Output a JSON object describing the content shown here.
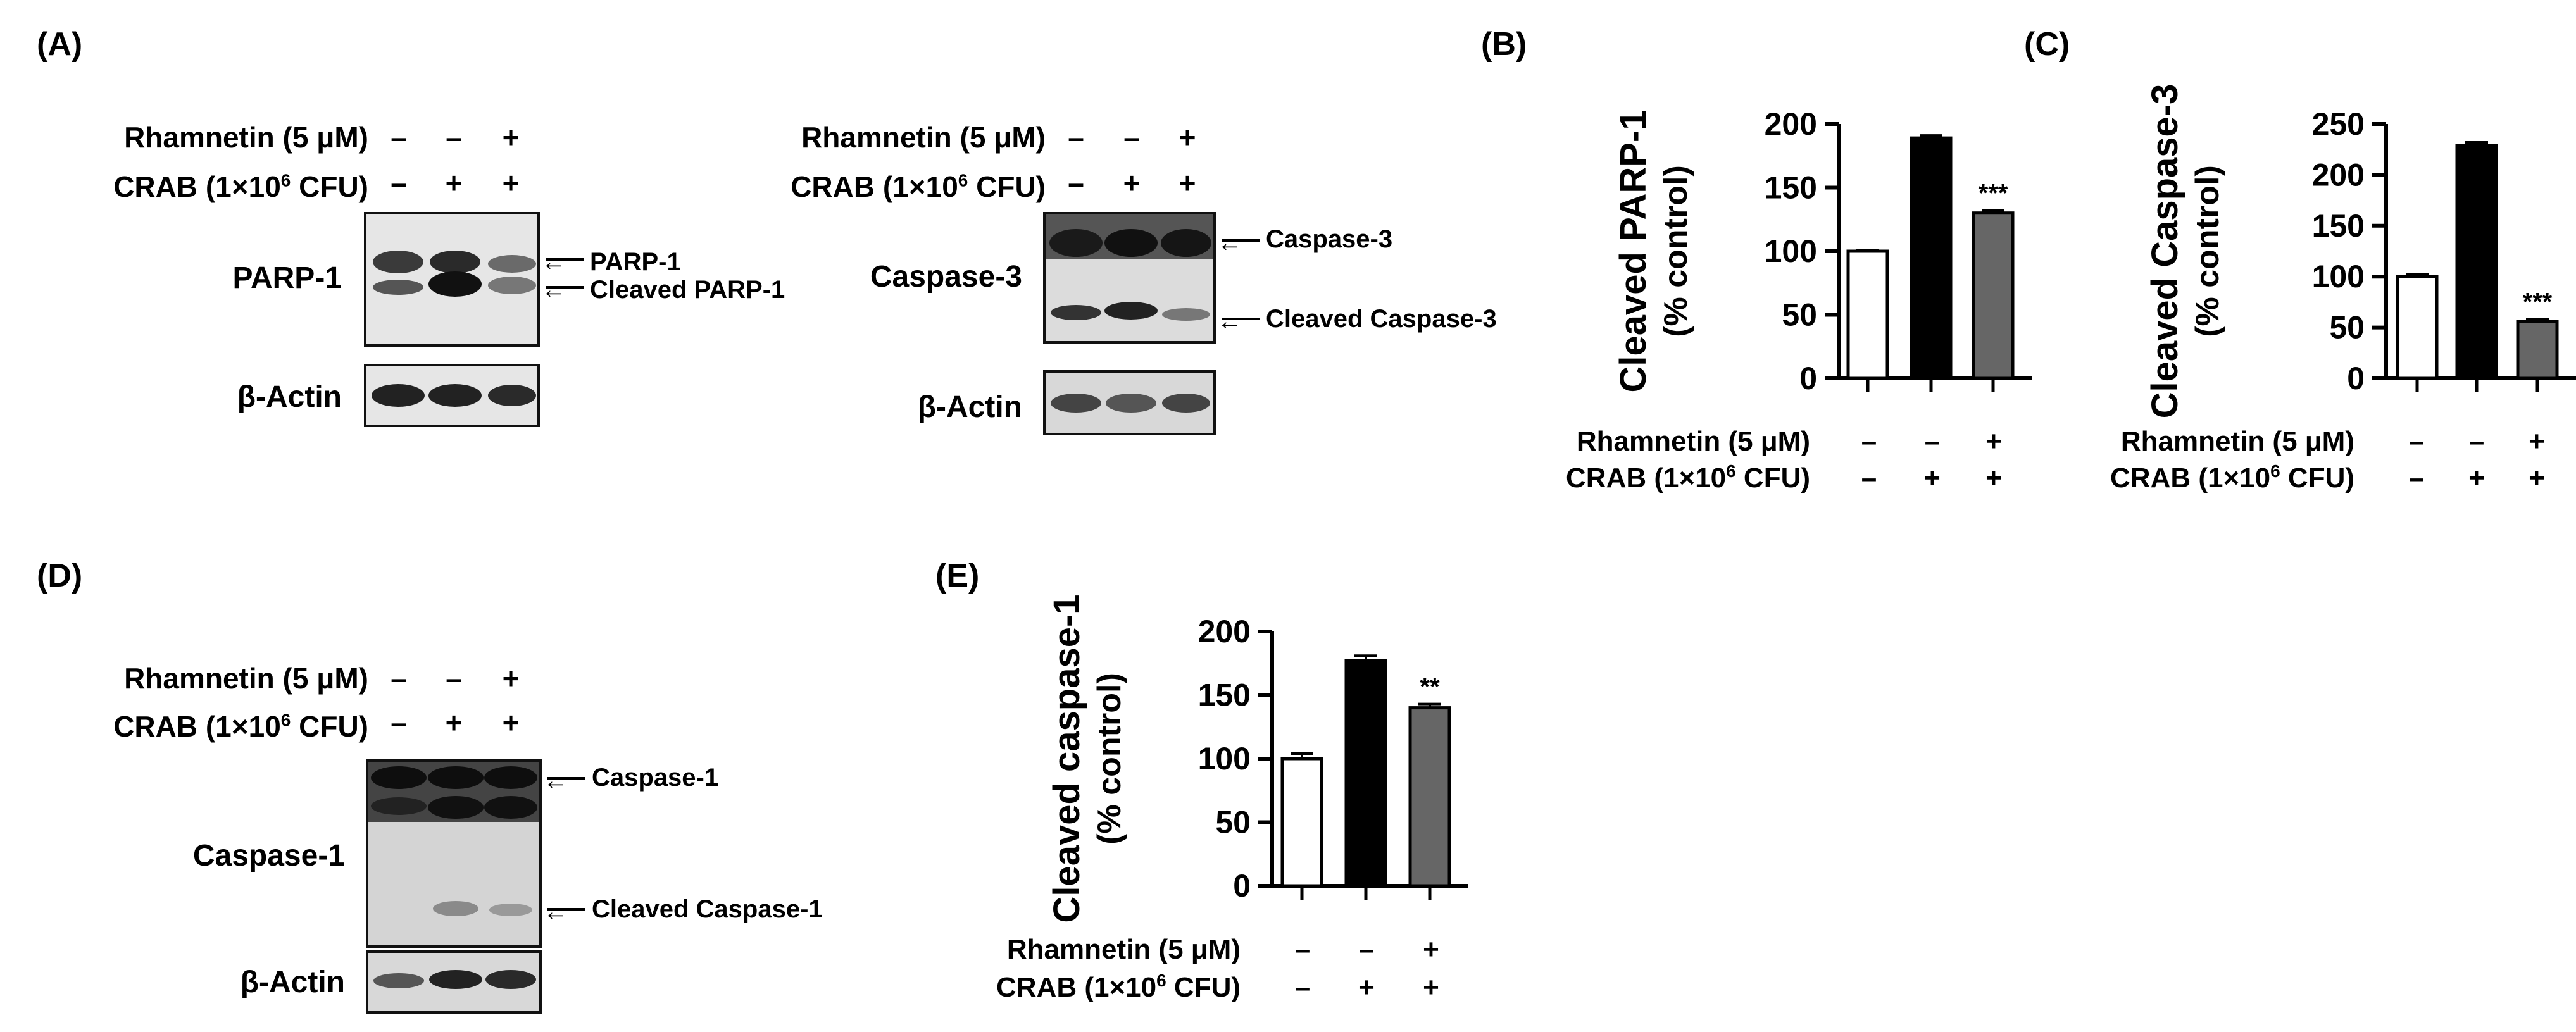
{
  "panels": {
    "A": {
      "label": "(A)"
    },
    "B": {
      "label": "(B)"
    },
    "C": {
      "label": "(C)"
    },
    "D": {
      "label": "(D)"
    },
    "E": {
      "label": "(E)"
    }
  },
  "conditions": {
    "rhamnetin_label": "Rhamnetin (5 μM)",
    "crab_label_pre": "CRAB (1×10",
    "crab_label_exp": "6",
    "crab_label_post": " CFU)",
    "rhamnetin_signs": [
      "–",
      "–",
      "+"
    ],
    "crab_signs": [
      "–",
      "+",
      "+"
    ]
  },
  "blots": {
    "parp": {
      "protein": "PARP-1",
      "arrow_top": "PARP-1",
      "arrow_bottom": "Cleaved PARP-1",
      "loading": "β-Actin"
    },
    "casp3": {
      "protein": "Caspase-3",
      "arrow_top": "Caspase-3",
      "arrow_bottom": "Cleaved Caspase-3",
      "loading": "β-Actin"
    },
    "casp1": {
      "protein": "Caspase-1",
      "arrow_top": "Caspase-1",
      "arrow_bottom": "Cleaved Caspase-1",
      "loading": "β-Actin"
    }
  },
  "chart_data": [
    {
      "panel": "B",
      "type": "bar",
      "ylabel_line1": "Cleaved PARP-1",
      "ylabel_line2": "(% control)",
      "ylim": [
        0,
        200
      ],
      "yticks": [
        0,
        50,
        100,
        150,
        200
      ],
      "values": [
        100,
        189,
        130
      ],
      "errors": [
        1,
        2,
        2
      ],
      "bar_colors": [
        "#ffffff",
        "#000000",
        "#666666"
      ],
      "significance": [
        "",
        "",
        "***"
      ]
    },
    {
      "panel": "C",
      "type": "bar",
      "ylabel_line1": "Cleaved Caspase-3",
      "ylabel_line2": "(% control)",
      "ylim": [
        0,
        250
      ],
      "yticks": [
        0,
        50,
        100,
        150,
        200,
        250
      ],
      "values": [
        100,
        229,
        56
      ],
      "errors": [
        2,
        3,
        2
      ],
      "bar_colors": [
        "#ffffff",
        "#000000",
        "#666666"
      ],
      "significance": [
        "",
        "",
        "***"
      ]
    },
    {
      "panel": "E",
      "type": "bar",
      "ylabel_line1": "Cleaved caspase-1",
      "ylabel_line2": "(% control)",
      "ylim": [
        0,
        200
      ],
      "yticks": [
        0,
        50,
        100,
        150,
        200
      ],
      "values": [
        100,
        177,
        140
      ],
      "errors": [
        4,
        4,
        3
      ],
      "bar_colors": [
        "#ffffff",
        "#000000",
        "#666666"
      ],
      "significance": [
        "",
        "",
        "**"
      ]
    }
  ]
}
